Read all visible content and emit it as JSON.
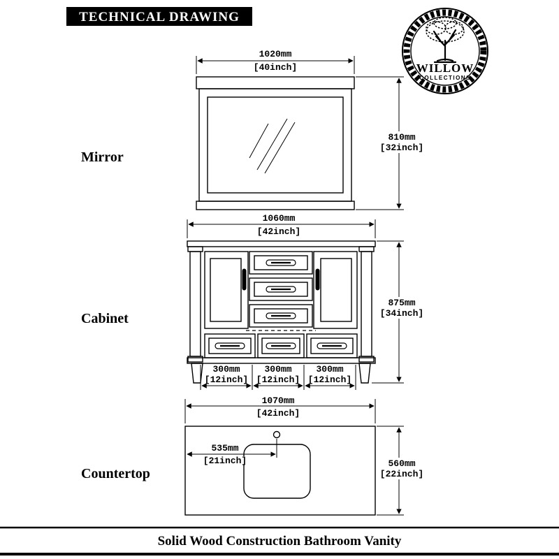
{
  "title": "TECHNICAL DRAWING",
  "logo": {
    "brand": "WILLOW",
    "sub": "COLLECTIONS"
  },
  "sections": {
    "mirror": {
      "label": "Mirror",
      "width_mm": "1020mm",
      "width_in": "[40inch]",
      "height_mm": "810mm",
      "height_in": "[32inch]"
    },
    "cabinet": {
      "label": "Cabinet",
      "width_mm": "1060mm",
      "width_in": "[42inch]",
      "height_mm": "875mm",
      "height_in": "[34inch]",
      "segments": [
        {
          "mm": "300mm",
          "in": "[12inch]"
        },
        {
          "mm": "300mm",
          "in": "[12inch]"
        },
        {
          "mm": "300mm",
          "in": "[12inch]"
        }
      ]
    },
    "countertop": {
      "label": "Countertop",
      "width_mm": "1070mm",
      "width_in": "[42inch]",
      "depth_mm": "560mm",
      "depth_in": "[22inch]",
      "faucet_offset_mm": "535mm",
      "faucet_offset_in": "[21inch]"
    }
  },
  "footer": "Solid Wood Construction Bathroom Vanity",
  "colors": {
    "ink": "#000000",
    "paper": "#ffffff"
  }
}
